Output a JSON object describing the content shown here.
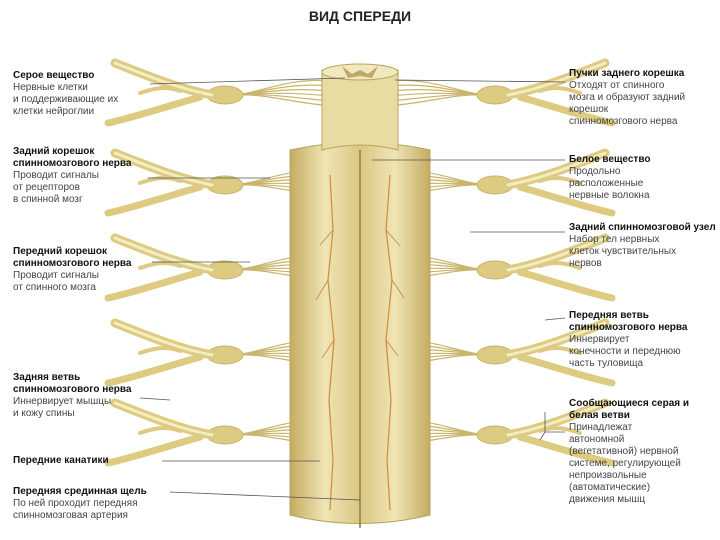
{
  "title": "ВИД СПЕРЕДИ",
  "labels_left": [
    {
      "heading": "Серое вещество",
      "desc": [
        "Нервные клетки",
        "и поддерживающие их",
        "клетки нейроглии"
      ]
    },
    {
      "heading": "Задний корешок спинномозгового нерва",
      "desc": [
        "Проводит сигналы",
        "от рецепторов",
        "в спинной мозг"
      ]
    },
    {
      "heading": "Передний корешок спинномозгового нерва",
      "desc": [
        "Проводит сигналы",
        "от спинного мозга"
      ]
    },
    {
      "heading": "Задняя ветвь спинномозгового нерва",
      "desc": [
        "Иннервирует мышцы",
        "и кожу спины"
      ]
    },
    {
      "heading": "Передние канатики",
      "desc": []
    },
    {
      "heading": "Передняя срединная щель",
      "desc": [
        "По ней проходит передняя",
        "спинномозговая артерия"
      ]
    }
  ],
  "labels_right": [
    {
      "heading": "Пучки заднего корешка",
      "desc": [
        "Отходят от спинного",
        "мозга и образуют задний",
        "корешок",
        "спинномозгового нерва"
      ]
    },
    {
      "heading": "Белое вещество",
      "desc": [
        "Продольно",
        "расположенные",
        "нервные волокна"
      ]
    },
    {
      "heading": "Задний спинномозговой узел",
      "desc": [
        "Набор тел нервных",
        "клеток чувствительных",
        "нервов"
      ]
    },
    {
      "heading": "Передняя ветвь спинномозгового нерва",
      "desc": [
        "Иннервирует",
        "конечности и переднюю",
        "часть туловища"
      ]
    },
    {
      "heading": "Сообщающиеся серая и белая ветви",
      "desc": [
        "Принадлежат",
        "автономной",
        "(вегетативной) нервной",
        "системе, регулирующей",
        "непроизвольные",
        "(автоматические)",
        "движения мышц"
      ]
    }
  ],
  "colors": {
    "cord": "#e6d79a",
    "cord_light": "#f3ecc4",
    "cord_dark": "#c9b46a",
    "nerve": "#dccb80",
    "artery": "#d08a3a",
    "leader": "#555555"
  }
}
